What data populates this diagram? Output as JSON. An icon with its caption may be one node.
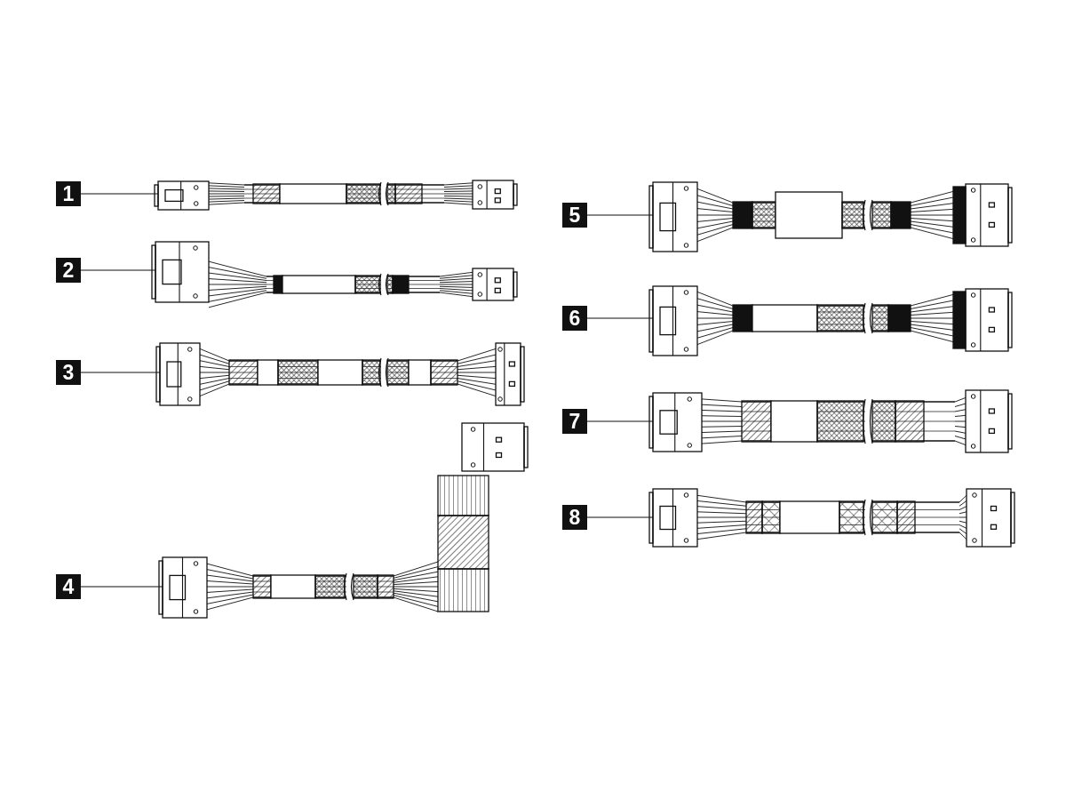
{
  "diagram": {
    "nodes": [
      {
        "text": [
          "1"
        ]
      },
      {
        "text": [],
        "shape": "picture"
      },
      {
        "text": [
          "2"
        ]
      },
      {
        "text": [],
        "shape": "picture"
      },
      {
        "text": [
          "3"
        ]
      },
      {
        "text": [],
        "shape": "picture"
      },
      {
        "text": [
          "4"
        ]
      },
      {
        "text": [],
        "shape": "picture"
      },
      {
        "text": [
          "5"
        ]
      },
      {
        "text": [],
        "shape": "picture"
      },
      {
        "text": [
          "6"
        ]
      },
      {
        "text": [],
        "shape": "picture"
      },
      {
        "text": [
          "7"
        ]
      },
      {
        "text": [],
        "shape": "picture"
      },
      {
        "text": [
          "8"
        ]
      },
      {
        "text": [],
        "shape": "picture"
      }
    ],
    "edges": [
      {
        "from": 0,
        "to": 1,
        "arrow": "none"
      },
      {
        "from": 2,
        "to": 3,
        "arrow": "none"
      },
      {
        "from": 4,
        "to": 5,
        "arrow": "none"
      },
      {
        "from": 6,
        "to": 7,
        "arrow": "none"
      },
      {
        "from": 8,
        "to": 9,
        "arrow": "none"
      },
      {
        "from": 10,
        "to": 11,
        "arrow": "none"
      },
      {
        "from": 12,
        "to": 13,
        "arrow": "none"
      },
      {
        "from": 14,
        "to": 15,
        "arrow": "none"
      }
    ]
  }
}
